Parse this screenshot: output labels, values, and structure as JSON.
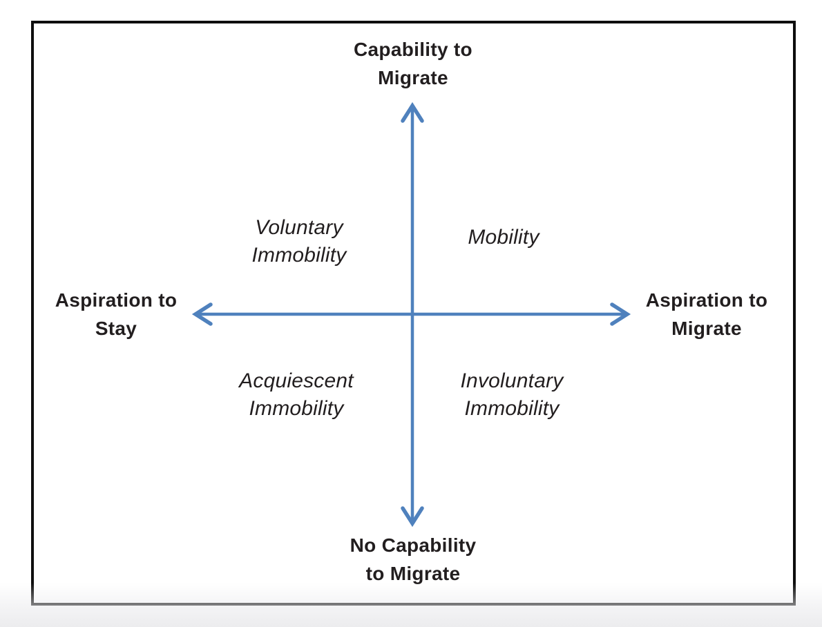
{
  "diagram": {
    "type": "quadrant-diagram",
    "colors": {
      "axis_blue": "#4f81bd",
      "text_black": "#221e1f",
      "frame_border": "#0e0e0e",
      "page_fade": "#ececee"
    },
    "axes": {
      "vertical_top": {
        "line1": "Capability to",
        "line2": "Migrate"
      },
      "vertical_bottom": {
        "line1": "No Capability",
        "line2": "to Migrate"
      },
      "horizontal_left": {
        "line1": "Aspiration to",
        "line2": "Stay"
      },
      "horizontal_right": {
        "line1": "Aspiration to",
        "line2": "Migrate"
      }
    },
    "quadrants": {
      "top_left": {
        "line1": "Voluntary",
        "line2": "Immobility"
      },
      "top_right": {
        "line1": "Mobility"
      },
      "bottom_left": {
        "line1": "Acquiescent",
        "line2": "Immobility"
      },
      "bottom_right": {
        "line1": "Involuntary",
        "line2": "Immobility"
      }
    },
    "icons": {
      "arrow_up": "↑",
      "arrow_down": "↓",
      "arrow_left": "←",
      "arrow_right": "→"
    }
  }
}
